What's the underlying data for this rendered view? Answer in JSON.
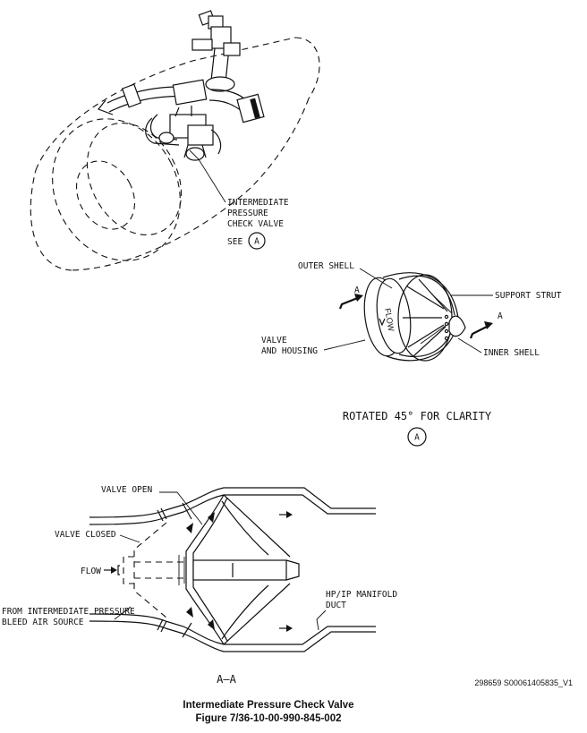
{
  "detail_view": {
    "callout_lines": [
      "INTERMEDIATE",
      "PRESSURE",
      "CHECK VALVE"
    ],
    "see_text": "SEE",
    "see_ref": "A"
  },
  "detail_a": {
    "outer_shell": "OUTER SHELL",
    "support_strut": "SUPPORT STRUT",
    "valve_housing_lines": [
      "VALVE",
      "AND HOUSING"
    ],
    "inner_shell": "INNER SHELL",
    "section_arrow_label": "A",
    "flow_marking": "FLOW",
    "rotated_note": "ROTATED 45° FOR CLARITY",
    "view_ref": "A"
  },
  "section_aa": {
    "valve_open": "VALVE OPEN",
    "valve_closed": "VALVE CLOSED",
    "flow": "FLOW",
    "source_lines": [
      "FROM INTERMEDIATE PRESSURE",
      "BLEED AIR SOURCE"
    ],
    "manifold_lines": [
      "HP/IP MANIFOLD",
      "DUCT"
    ],
    "section_label": "A–A"
  },
  "image_ref": "298659 S00061405835_V1",
  "caption": {
    "title": "Intermediate Pressure Check Valve",
    "figure": "Figure 7/36-10-00-990-845-002"
  }
}
